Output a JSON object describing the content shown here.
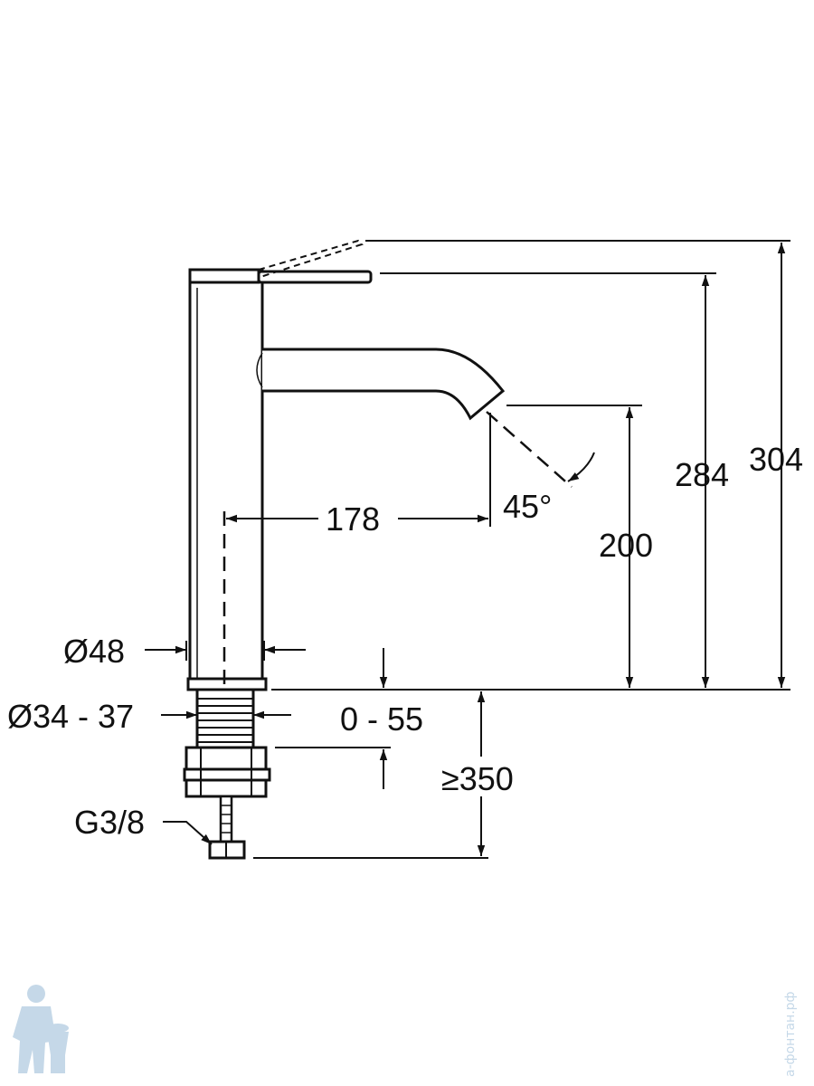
{
  "dimensions": {
    "total_height": "304",
    "spout_top_height": "284",
    "spout_height": "200",
    "spout_reach": "178",
    "spout_angle": "45°",
    "body_diameter": "Ø48",
    "hole_diameter": "Ø34 - 37",
    "deck_thickness": "0 - 55",
    "supply_length": "≥350",
    "connection_thread": "G3/8"
  },
  "watermark": {
    "vertical_text": "а-фонтан.рф",
    "logo_icon": "plumber-logo-icon"
  },
  "colors": {
    "line": "#111111",
    "background": "#ffffff",
    "watermark": "#c5d8e8"
  }
}
